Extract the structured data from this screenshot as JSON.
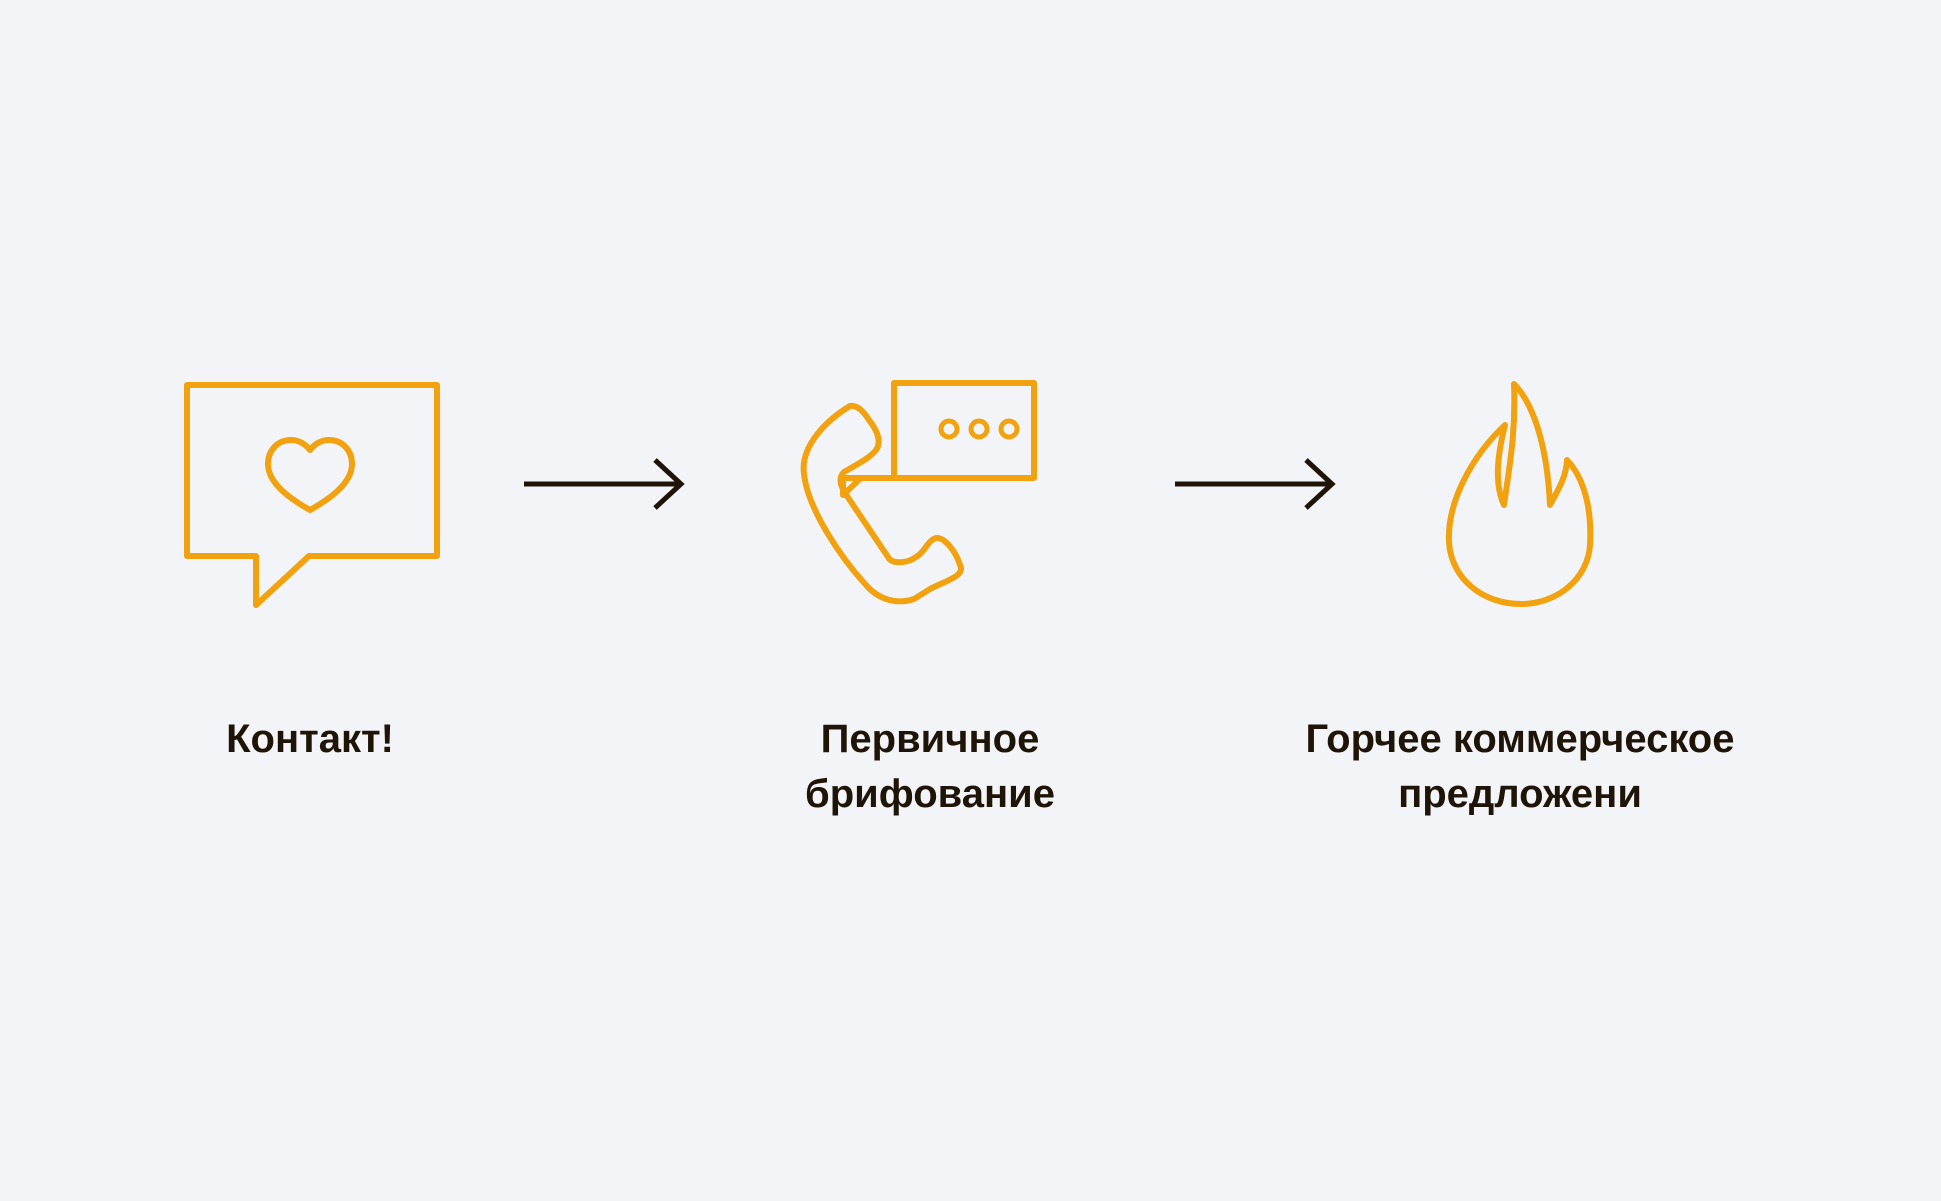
{
  "colors": {
    "accent": "#f2a20f",
    "text": "#1f1408",
    "arrow": "#1f1408",
    "background": "#f2f4f7"
  },
  "steps": [
    {
      "icon": "chat-bubble-heart-icon",
      "label": "Контакт!"
    },
    {
      "icon": "phone-chat-icon",
      "label": "Первичное\nбрифование"
    },
    {
      "icon": "flame-icon",
      "label": "Горчее коммерческое\nпредложени"
    }
  ],
  "connectors": [
    {
      "icon": "arrow-right-icon"
    },
    {
      "icon": "arrow-right-icon"
    }
  ]
}
